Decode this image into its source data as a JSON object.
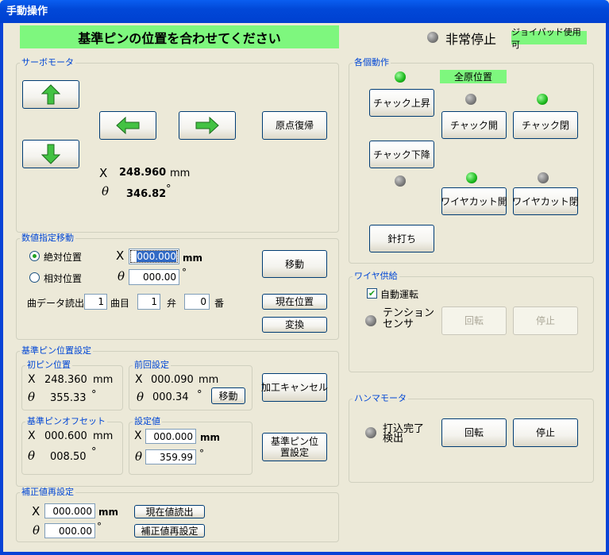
{
  "window": {
    "title": "手動操作"
  },
  "header": {
    "banner": "基準ピンの位置を合わせてください",
    "estop_label": "非常停止",
    "joypad_badge": "ジョイパッド使用可"
  },
  "servo": {
    "label": "サーボモータ",
    "home_button": "原点復帰",
    "x_symbol": "X",
    "x_value": "248.960",
    "x_unit": "mm",
    "theta_symbol": "θ",
    "theta_value": "346.82",
    "theta_unit": "°"
  },
  "numeric_move": {
    "label": "数値指定移動",
    "absolute_label": "絶対位置",
    "relative_label": "相対位置",
    "x_symbol": "X",
    "x_value": "000.000",
    "x_unit": "mm",
    "theta_symbol": "θ",
    "theta_value": "000.00",
    "theta_unit": "°",
    "move_button": "移動",
    "current_button": "現在位置",
    "convert_button": "変換",
    "read_song_label": "曲データ読出",
    "song_value": "1",
    "song_unit": "曲目",
    "valve_value": "1",
    "valve_unit": "弁",
    "number_value": "0",
    "number_unit": "番"
  },
  "pin_setup": {
    "label": "基準ピン位置設定",
    "initial": {
      "label": "初ピン位置",
      "x_symbol": "X",
      "x_value": "248.360",
      "x_unit": "mm",
      "theta_symbol": "θ",
      "theta_value": "355.33",
      "theta_unit": "°"
    },
    "previous": {
      "label": "前回設定",
      "x_symbol": "X",
      "x_value": "000.090",
      "x_unit": "mm",
      "theta_symbol": "θ",
      "theta_value": "000.34",
      "theta_unit": "°",
      "move_button": "移動"
    },
    "offset": {
      "label": "基準ピンオフセット",
      "x_symbol": "X",
      "x_value": "000.600",
      "x_unit": "mm",
      "theta_symbol": "θ",
      "theta_value": "008.50",
      "theta_unit": "°"
    },
    "setting": {
      "label": "設定値",
      "x_symbol": "X",
      "x_value": "000.000",
      "x_unit": "mm",
      "theta_symbol": "θ",
      "theta_value": "359.99",
      "theta_unit": "°"
    },
    "cancel_button": "加工キャンセル",
    "set_button": "基準ピン位置設定"
  },
  "correction": {
    "label": "補正値再設定",
    "x_symbol": "X",
    "x_value": "000.000",
    "x_unit": "mm",
    "theta_symbol": "θ",
    "theta_value": "000.00",
    "theta_unit": "°",
    "read_button": "現在値読出",
    "reset_button": "補正値再設定"
  },
  "individual": {
    "label": "各個動作",
    "all_origin_badge": "全原位置",
    "chuck_up": "チャック上昇",
    "chuck_down": "チャック下降",
    "chuck_open1": "チャック開",
    "chuck_open2": "チャック閉",
    "wire_cut1": "ワイヤカット開",
    "wire_cut2": "ワイヤカット閉",
    "needle": "針打ち"
  },
  "wire": {
    "label": "ワイヤ供給",
    "auto_label": "自動運転",
    "auto_checked": true,
    "tension_label": "テンション\nセンサ",
    "rotate_button": "回転",
    "stop_button": "停止"
  },
  "hammer": {
    "label": "ハンマモータ",
    "done_label": "打込完了\n検出",
    "rotate_button": "回転",
    "stop_button": "停止"
  },
  "colors": {
    "banner_green": "#7ef77e",
    "led_green": "#1cb81c",
    "led_gray": "#6e6e6e",
    "label_blue": "#0046d5",
    "titlebar_blue": "#0148d8"
  }
}
